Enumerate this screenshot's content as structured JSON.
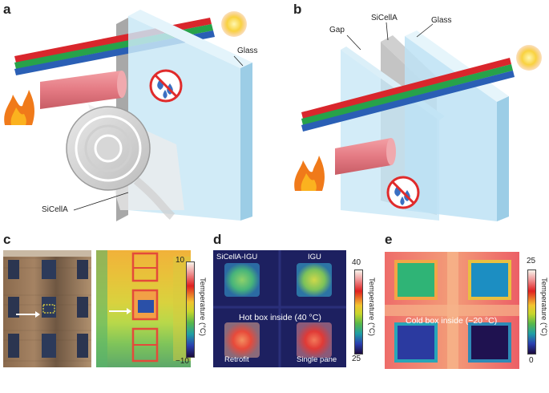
{
  "panels": {
    "a": {
      "label": "a",
      "glass_label": "Glass",
      "film_label": "SiCellA"
    },
    "b": {
      "label": "b",
      "gap_label": "Gap",
      "film_label": "SiCellA",
      "glass_label": "Glass"
    },
    "c": {
      "label": "c",
      "colorbar": {
        "max": "10",
        "min": "−10",
        "title": "Temperature (°C)"
      }
    },
    "d": {
      "label": "d",
      "window_labels": [
        "SiCellA-IGU",
        "IGU",
        "Retrofit",
        "Single pane"
      ],
      "center_text": "Hot box inside (40 °C)",
      "colorbar": {
        "max": "40",
        "min": "25",
        "title": "Temperature (°C)"
      }
    },
    "e": {
      "label": "e",
      "center_text": "Cold box inside (−20 °C)",
      "colorbar": {
        "max": "25",
        "min": "0",
        "title": "Temperature (°C)"
      }
    }
  },
  "colors": {
    "glass": "#bfe3f4",
    "sun": "#f9d23f",
    "heat_beam": "#e9828a",
    "no_symbol": "#e02b2b",
    "water_drop": "#3a6fc2"
  }
}
